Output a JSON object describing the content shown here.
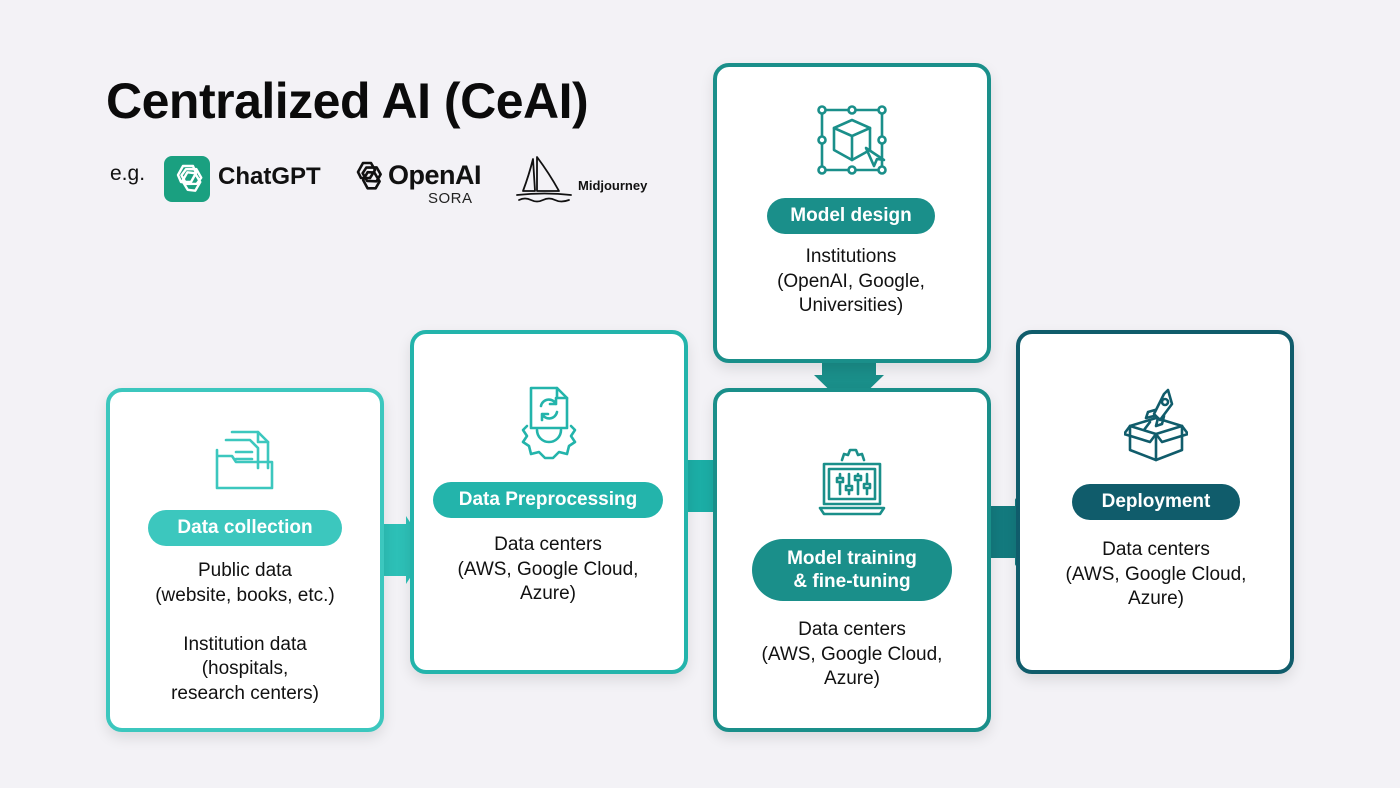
{
  "header": {
    "title": "Centralized AI (CeAI)",
    "examples_prefix": "e.g.",
    "examples": {
      "chatgpt": {
        "label": "ChatGPT",
        "icon": "chatgpt-logo-icon"
      },
      "openai": {
        "label": "OpenAI",
        "sublabel": "SORA",
        "icon": "openai-logo-icon"
      },
      "midjourney": {
        "label": "Midjourney",
        "icon": "midjourney-sailboat-icon"
      }
    }
  },
  "colors": {
    "background": "#f3f2f6",
    "teal_light": "#3cc7be",
    "teal_medium": "#23b4ab",
    "teal_dark": "#1a8f8a",
    "petrol": "#105c6b",
    "chatgpt_green": "#1aa080"
  },
  "stages": {
    "data_collection": {
      "label": "Data collection",
      "icon": "folder-documents-icon",
      "text": "Public data\n(website, books, etc.)\n\nInstitution data\n(hospitals,\nresearch centers)"
    },
    "data_preprocessing": {
      "label": "Data Preprocessing",
      "icon": "document-gear-icon",
      "text": "Data centers\n(AWS, Google Cloud,\nAzure)"
    },
    "model_design": {
      "label": "Model design",
      "icon": "cube-design-icon",
      "text": "Institutions\n(OpenAI, Google,\nUniversities)"
    },
    "model_training": {
      "label": "Model training\n& fine-tuning",
      "icon": "laptop-sliders-icon",
      "text": "Data centers\n(AWS, Google Cloud,\nAzure)"
    },
    "deployment": {
      "label": "Deployment",
      "icon": "rocket-box-icon",
      "text": "Data centers\n(AWS, Google Cloud,\nAzure)"
    }
  },
  "connectors": [
    {
      "from": "data_collection",
      "to": "data_preprocessing"
    },
    {
      "from": "data_preprocessing",
      "to": "model_training"
    },
    {
      "from": "model_design",
      "to": "model_training"
    },
    {
      "from": "model_training",
      "to": "deployment"
    }
  ]
}
